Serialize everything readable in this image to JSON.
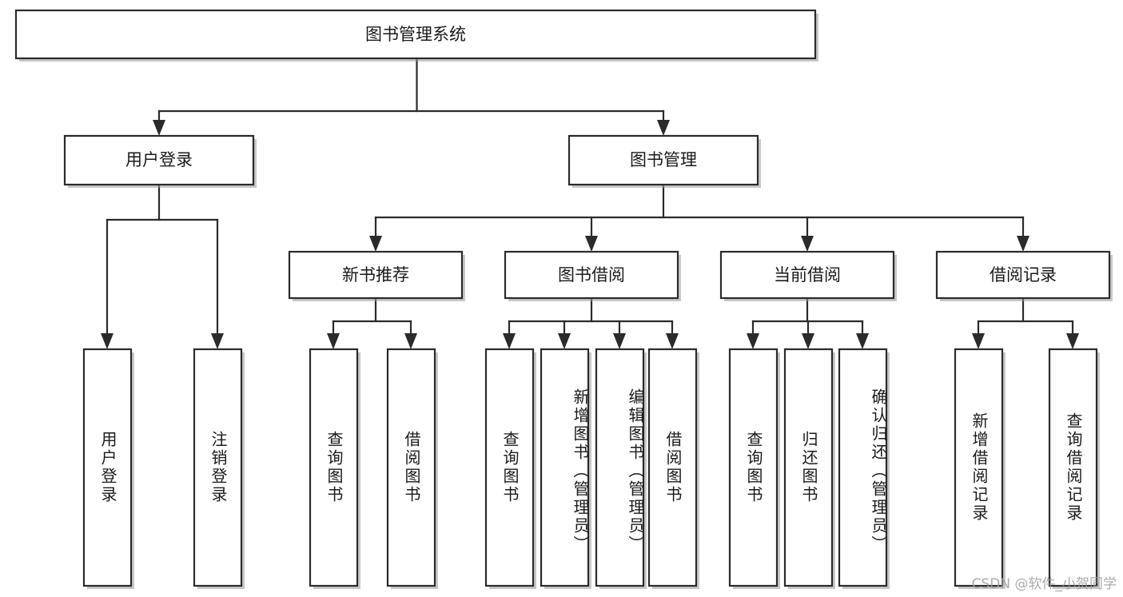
{
  "diagram": {
    "type": "tree-hierarchy",
    "title": "图书管理系统",
    "orientation": "top-down",
    "colors": {
      "box_fill": "#ffffff",
      "box_stroke": "#2b2b2b",
      "text": "#1a1a1a",
      "shadow": "#9a9a9a",
      "watermark": "#9d9d9d",
      "background": "#ffffff"
    },
    "root": {
      "label": "图书管理系统"
    },
    "level2": [
      {
        "label": "用户登录"
      },
      {
        "label": "图书管理"
      }
    ],
    "level3": [
      {
        "label": "新书推荐"
      },
      {
        "label": "图书借阅"
      },
      {
        "label": "当前借阅"
      },
      {
        "label": "借阅记录"
      }
    ],
    "leaves": {
      "user_login": [
        {
          "label": "用户登录"
        },
        {
          "label": "注销登录"
        }
      ],
      "new_book_recommend": [
        {
          "label": "查询图书"
        },
        {
          "label": "借阅图书"
        }
      ],
      "book_borrow": [
        {
          "label": "查询图书"
        },
        {
          "label": "新增图书（管理员）"
        },
        {
          "label": "编辑图书（管理员）"
        },
        {
          "label": "借阅图书"
        }
      ],
      "current_borrow": [
        {
          "label": "查询图书"
        },
        {
          "label": "归还图书"
        },
        {
          "label": "确认归还（管理员）"
        }
      ],
      "borrow_record": [
        {
          "label": "新增借阅记录"
        },
        {
          "label": "查询借阅记录"
        }
      ]
    }
  },
  "watermark": {
    "text": "CSDN @软件_小贺同学"
  }
}
